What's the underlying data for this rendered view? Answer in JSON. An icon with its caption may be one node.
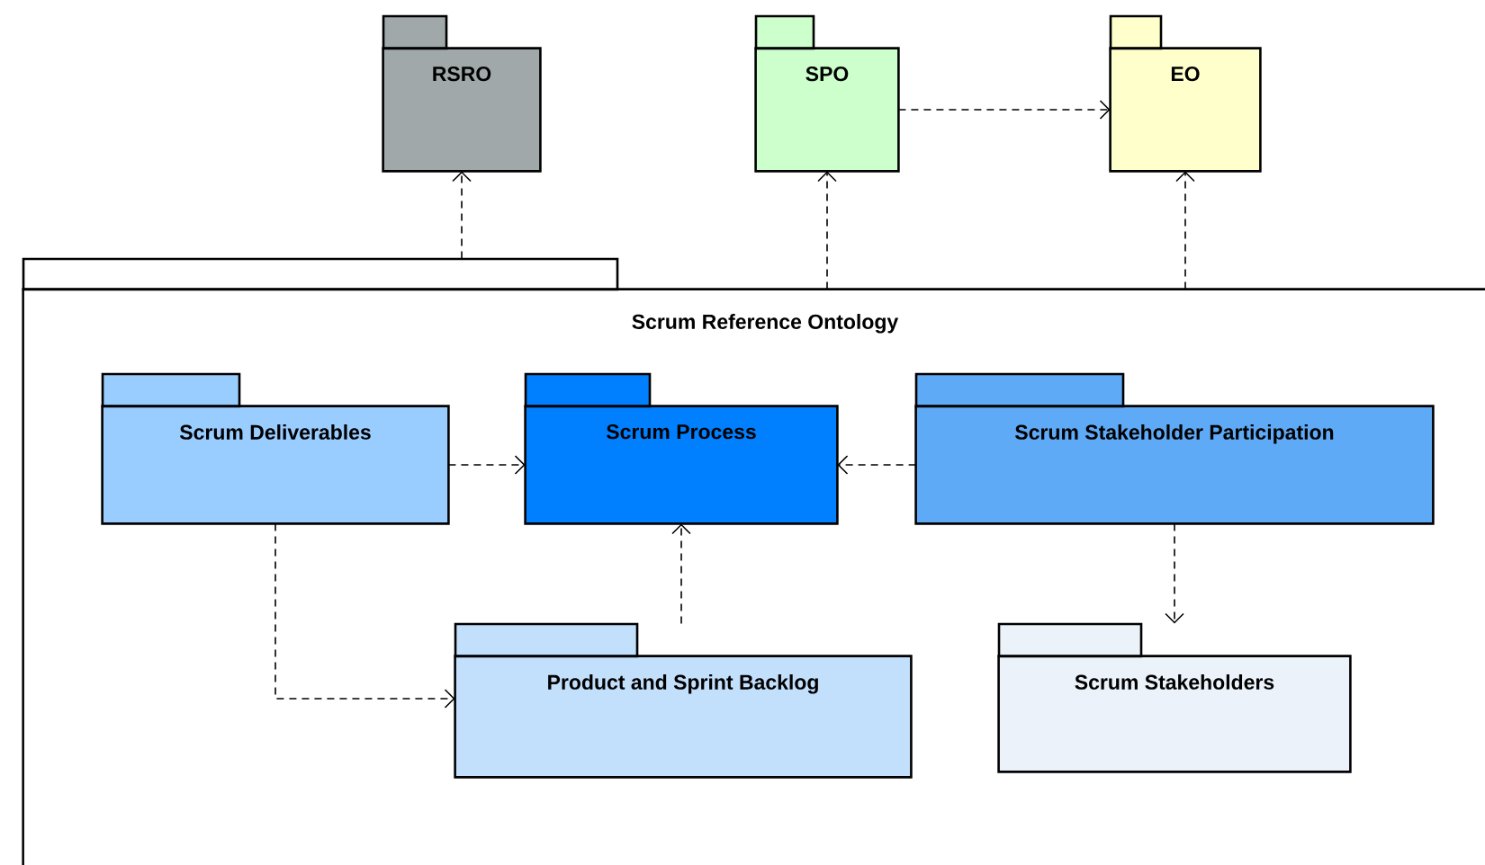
{
  "diagram": {
    "nodes": [
      {
        "text": [
          "RSRO"
        ]
      },
      {
        "text": [
          "SPO"
        ]
      },
      {
        "text": [
          "EO"
        ]
      },
      {
        "text": [
          "Scrum Reference Ontology"
        ]
      },
      {
        "text": [
          "Scrum Deliverables"
        ],
        "in": 3
      },
      {
        "text": [
          "Scrum Process"
        ],
        "in": 3
      },
      {
        "text": [
          "Scrum Stakeholder Participation"
        ],
        "in": 3
      },
      {
        "text": [
          "Product and Sprint Backlog"
        ],
        "in": 3
      },
      {
        "text": [
          "Scrum Stakeholders"
        ],
        "in": 3
      }
    ],
    "edges": [
      {
        "from": 3,
        "to": 0,
        "arrow": "to",
        "style": "dashed"
      },
      {
        "from": 3,
        "to": 1,
        "arrow": "to",
        "style": "dashed"
      },
      {
        "from": 1,
        "to": 2,
        "arrow": "to",
        "style": "dashed"
      },
      {
        "from": 3,
        "to": 2,
        "arrow": "to",
        "style": "dashed"
      },
      {
        "from": 4,
        "to": 5,
        "arrow": "to",
        "style": "dashed"
      },
      {
        "from": 6,
        "to": 5,
        "arrow": "to",
        "style": "dashed"
      },
      {
        "from": 7,
        "to": 5,
        "arrow": "to",
        "style": "dashed"
      },
      {
        "from": 4,
        "to": 7,
        "arrow": "to",
        "style": "dashed"
      },
      {
        "from": 6,
        "to": 8,
        "arrow": "to",
        "style": "dashed"
      }
    ]
  }
}
